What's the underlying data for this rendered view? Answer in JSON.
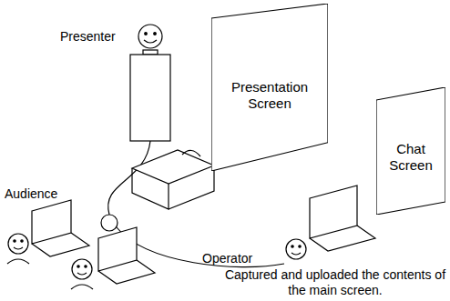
{
  "diagram": {
    "nodes": [
      {
        "text": [
          "Presentation Screen"
        ]
      },
      {
        "text": [
          "Chat Screen"
        ]
      }
    ],
    "labels": [
      "Presenter",
      "Audience",
      "Operator",
      "Captured and uploaded the contents of the main screen."
    ]
  }
}
